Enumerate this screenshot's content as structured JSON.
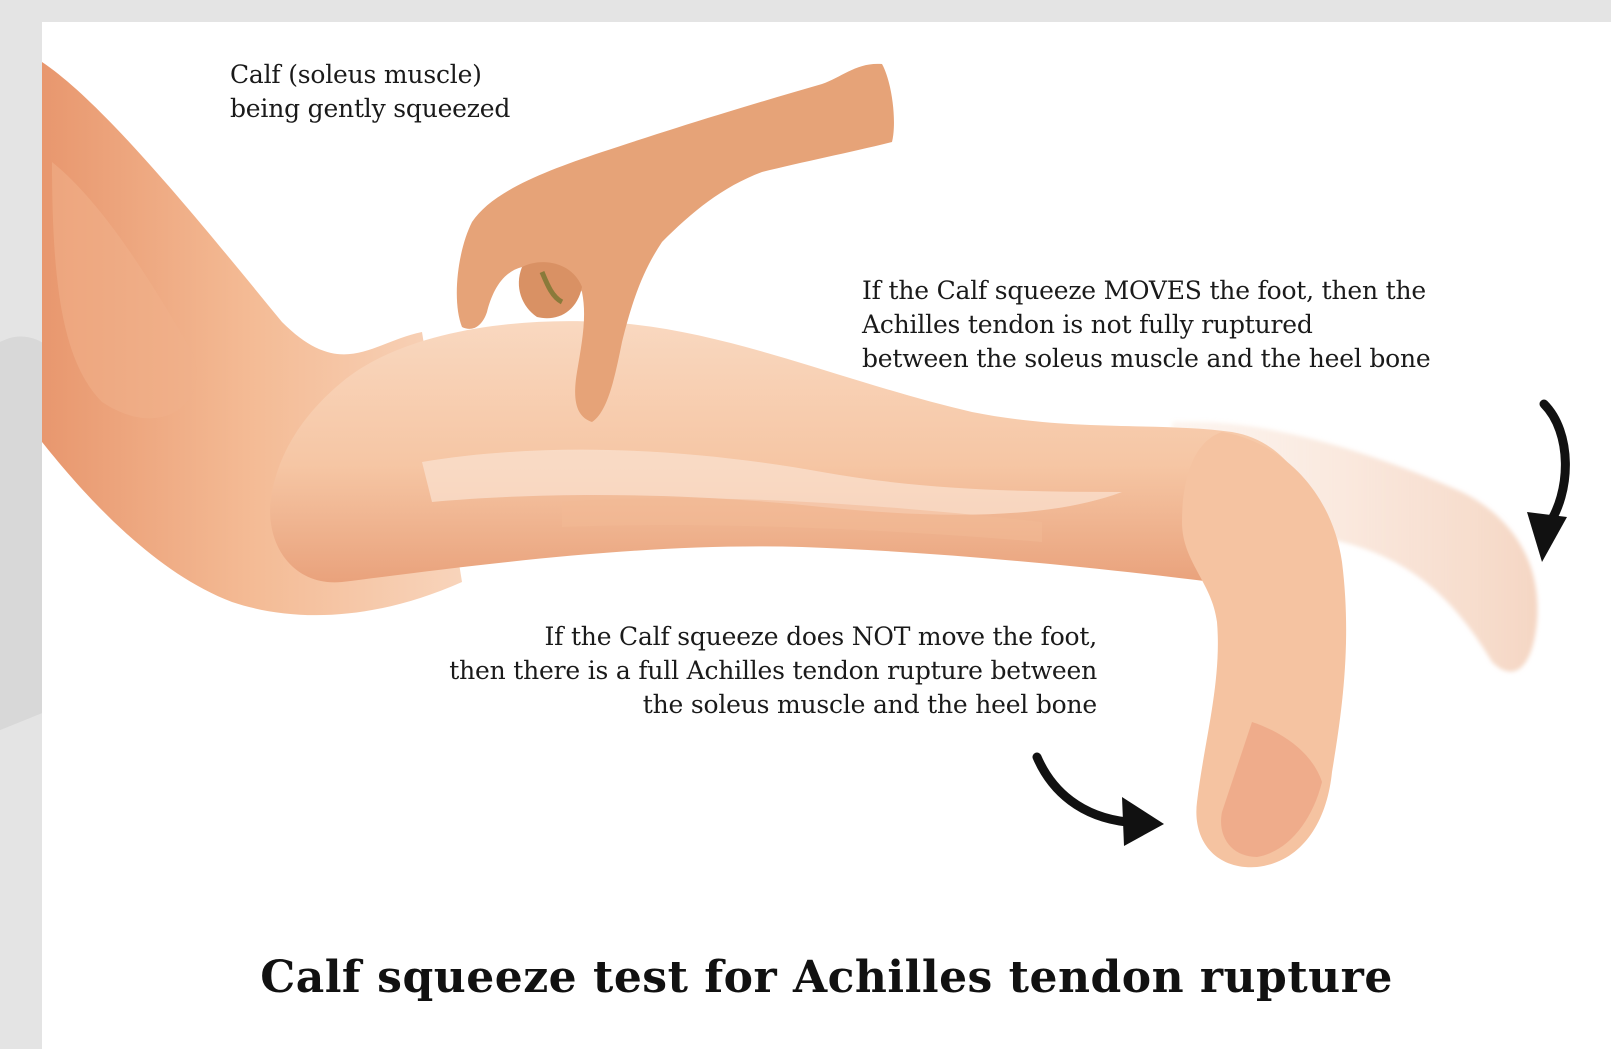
{
  "labels": {
    "calf_label": "Calf (soleus muscle)\nbeing gently squeezed",
    "moves_label": "If the Calf squeeze MOVES the foot, then the\nAchilles tendon is not fully ruptured\nbetween the soleus muscle and the heel bone",
    "not_move_label": "If the Calf squeeze does NOT move the foot,\nthen there is a full Achilles tendon rupture between\nthe soleus muscle and the heel bone"
  },
  "title": "Calf squeeze test for Achilles tendon rupture",
  "colors": {
    "skin_light": "#f7cdb0",
    "skin_mid": "#f0b48e",
    "skin_dark": "#e39470",
    "hand": "#e7a77a",
    "arrow": "#111111"
  }
}
